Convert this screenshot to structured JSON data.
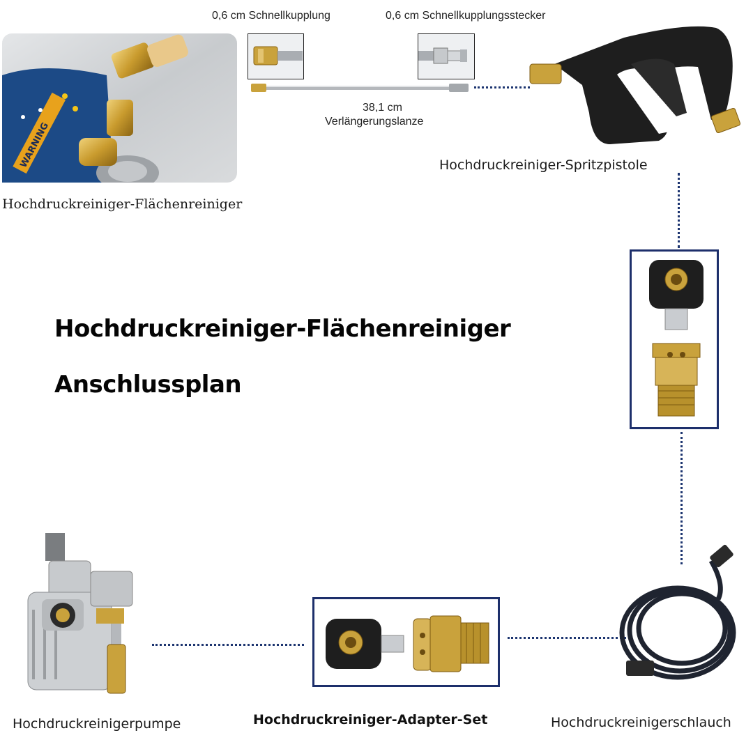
{
  "title": {
    "line1": "Hochdruckreiniger-Flächenreiniger",
    "line2": "Anschlussplan"
  },
  "components": {
    "surface_cleaner": {
      "label": "Hochdruckreiniger-Flächenreiniger",
      "warning_text": "WARNING"
    },
    "quick_coupling": {
      "label": "0,6 cm Schnellkupplung"
    },
    "quick_plug": {
      "label": "0,6 cm Schnellkupplungsstecker"
    },
    "extension_wand": {
      "label_line1": "38,1 cm",
      "label_line2": "Verlängerungslanze"
    },
    "spray_gun": {
      "label": "Hochdruckreiniger-Spritzpistole"
    },
    "hose": {
      "label": "Hochdruckreinigerschlauch"
    },
    "adapter_set": {
      "label": "Hochdruckreiniger-Adapter-Set"
    },
    "pump": {
      "label": "Hochdruckreinigerpumpe"
    }
  },
  "colors": {
    "connector_dots": "#1d3570",
    "frame_border": "#1d2f6b",
    "brass": "#c9a23c",
    "rubber": "#1c1c1c",
    "metal": "#b9bcc0",
    "label_blue": "#1c4a86"
  }
}
